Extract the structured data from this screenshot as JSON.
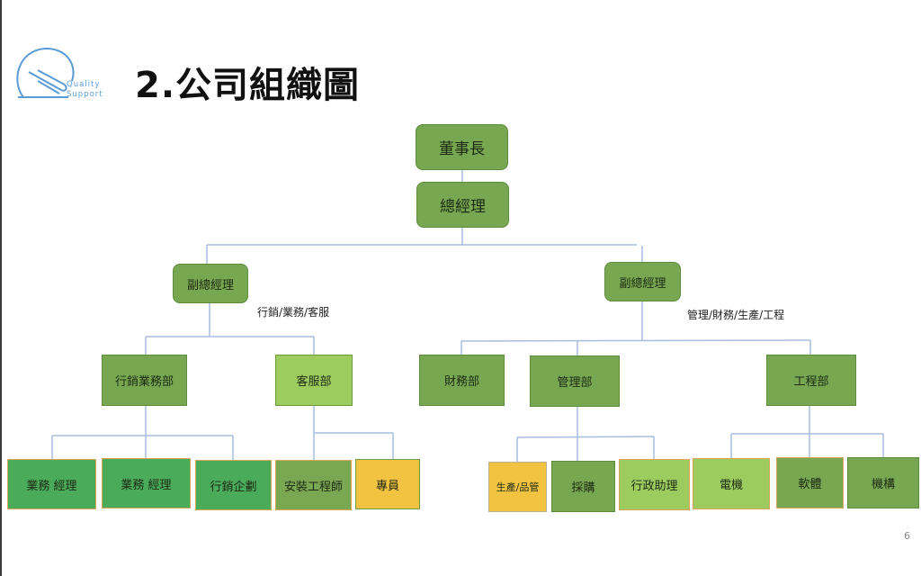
{
  "slide": {
    "title": "2.公司組織圖",
    "page_number": "6",
    "logo": {
      "icon": "quality-support-logo-icon",
      "line1": "Quality",
      "line2": "Support",
      "color": "#5b9bd5"
    }
  },
  "org_chart": {
    "line_color": "#a9bde0",
    "chairman": "董事長",
    "general_manager": "總經理",
    "vice_presidents": [
      {
        "label": "副總經理",
        "scope": "行銷/業務/客服",
        "departments": [
          {
            "label": "行銷業務部",
            "staff": [
              "業務 經理",
              "業務 經理",
              "行銷企劃"
            ]
          },
          {
            "label": "客服部",
            "staff": [
              "安裝工程師",
              "專員"
            ]
          }
        ]
      },
      {
        "label": "副總經理",
        "scope": "管理/財務/生產/工程",
        "departments": [
          {
            "label": "財務部",
            "staff": []
          },
          {
            "label": "管理部",
            "staff": [
              "生產/品管",
              "採購",
              "行政助理"
            ]
          },
          {
            "label": "工程部",
            "staff": [
              "電機",
              "軟體",
              "機構"
            ]
          }
        ]
      }
    ]
  }
}
